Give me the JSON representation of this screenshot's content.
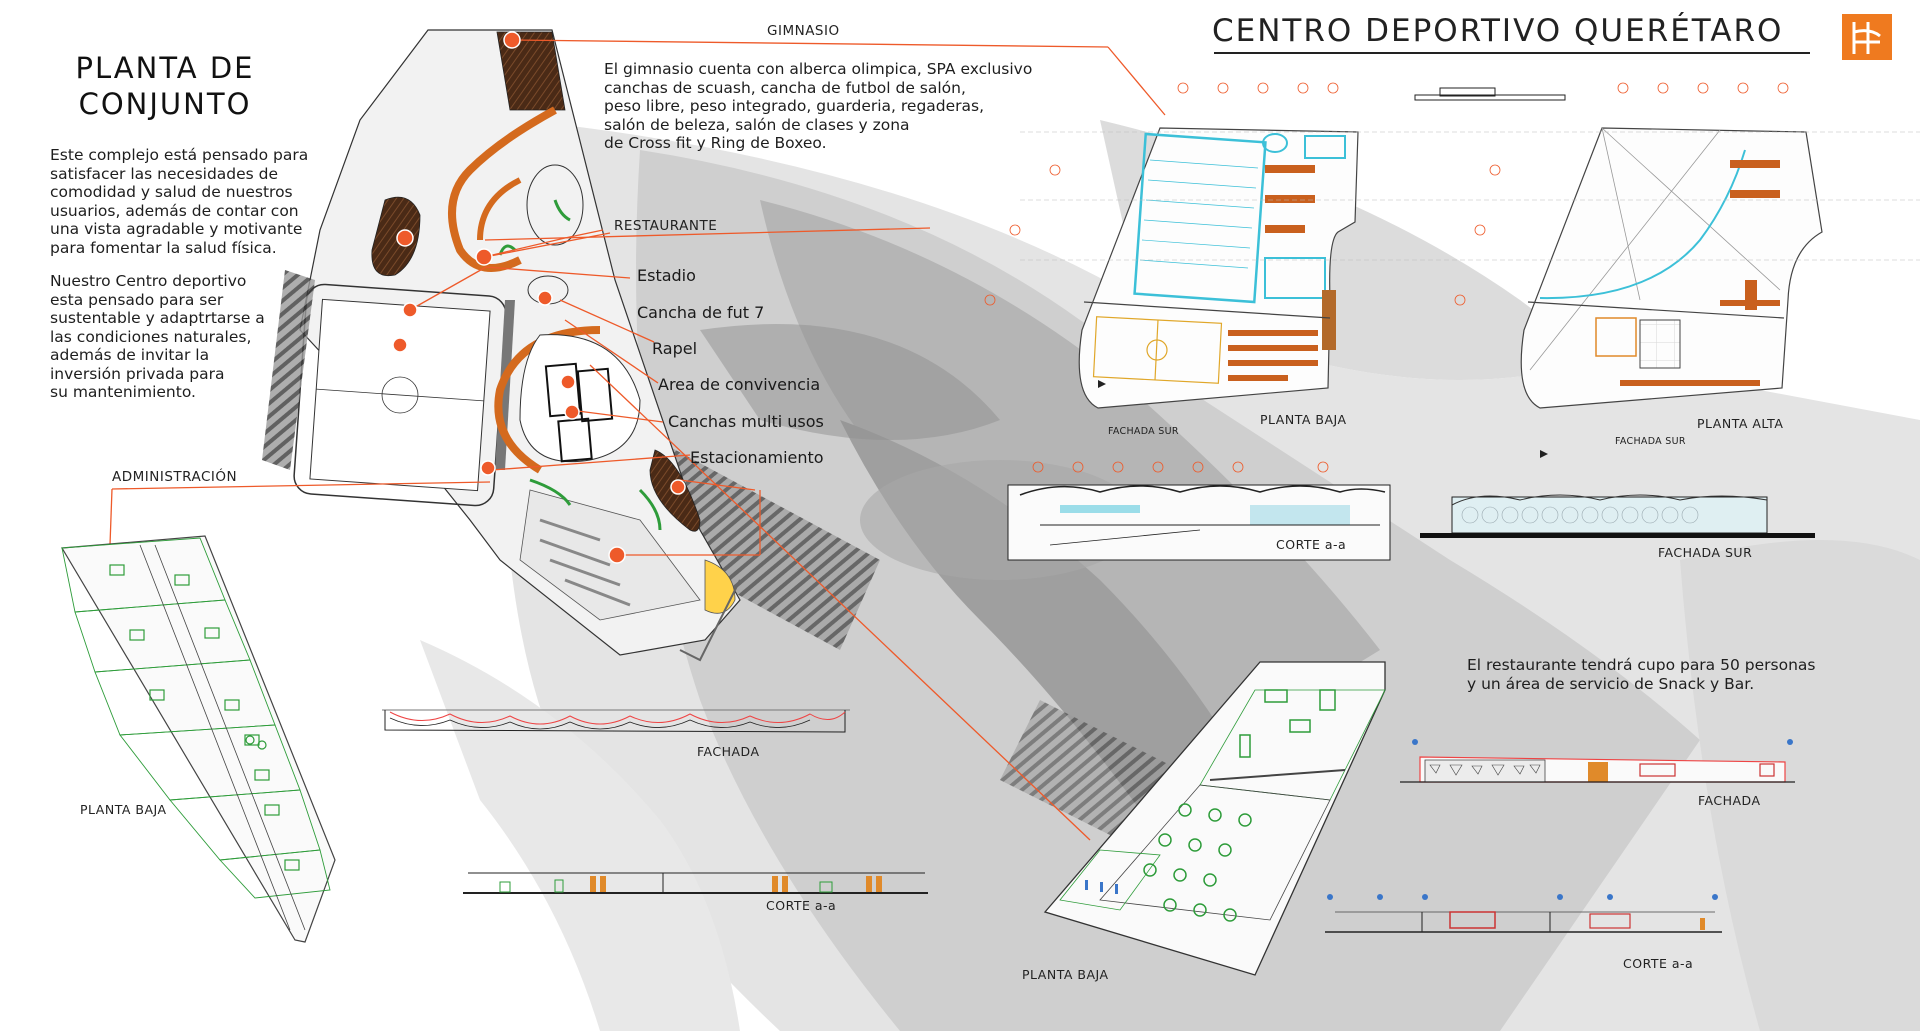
{
  "header": {
    "title": "CENTRO DEPORTIVO QUERÉTARO",
    "logo_color": "#ef7a1f"
  },
  "intro": {
    "heading_line1": "PLANTA DE",
    "heading_line2": "CONJUNTO",
    "paragraph1": "Este complejo está pensado para\nsatisfacer las necesidades de\ncomodidad y salud de nuestros\nusuarios, además de contar con\nuna vista agradable y motivante\npara fomentar la salud física.",
    "paragraph2": "Nuestro Centro deportivo\nesta pensado para ser\nsustentable y adaptrtarse a\nlas condiciones naturales,\nademás de invitar la\ninversión privada para\nsu mantenimiento."
  },
  "site_plan": {
    "labels": {
      "gimnasio": "GIMNASIO",
      "restaurante": "RESTAURANTE",
      "administracion": "ADMINISTRACIÓN",
      "estadio": "Estadio",
      "cancha_fut7": "Cancha de fut 7",
      "rapel": "Rapel",
      "area_convivencia": "Area de convivencia",
      "canchas_multi": "Canchas multi usos",
      "estacionamiento": "Estacionamiento"
    },
    "accent_color": "#ee5a2a"
  },
  "gym": {
    "description": "El gimnasio cuenta con alberca olimpica, SPA exclusivo\ncanchas de scuash, cancha de futbol de salón,\npeso libre, peso integrado, guarderia, regaderas,\nsalón de beleza, salón de clases y zona\nde Cross fit y Ring de Boxeo.",
    "planta_baja": "PLANTA BAJA",
    "planta_alta": "PLANTA ALTA",
    "fachada_sur_small_1": "FACHADA SUR",
    "fachada_sur_small_2": "FACHADA SUR",
    "corte": "CORTE a-a",
    "fachada_sur": "FACHADA SUR"
  },
  "admin": {
    "planta_baja": "PLANTA BAJA",
    "fachada": "FACHADA",
    "corte": "CORTE a-a"
  },
  "restaurant": {
    "description": "El restaurante tendrá cupo para 50 personas\ny un área de servicio de Snack y Bar.",
    "planta_baja": "PLANTA BAJA",
    "fachada": "FACHADA",
    "corte": "CORTE a-a"
  }
}
